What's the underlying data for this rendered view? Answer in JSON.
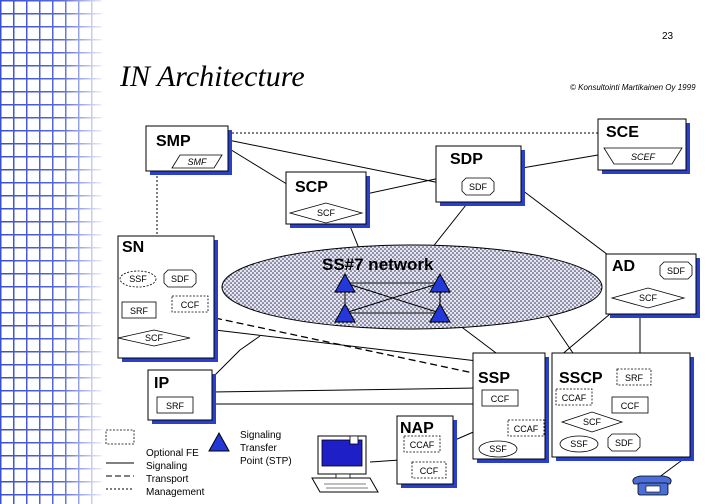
{
  "page_number": "23",
  "title": "IN Architecture",
  "copyright": "© Konsultointi Martikainen Oy  1999",
  "nodes": {
    "smp": {
      "label": "SMP",
      "fe": [
        "SMF"
      ]
    },
    "scp": {
      "label": "SCP",
      "fe": [
        "SCF"
      ]
    },
    "sdp": {
      "label": "SDP",
      "fe": [
        "SDF"
      ]
    },
    "sce": {
      "label": "SCE",
      "fe": [
        "SCEF"
      ]
    },
    "sn": {
      "label": "SN",
      "fe": [
        "SSF",
        "SDF",
        "SRF",
        "CCF",
        "SCF"
      ]
    },
    "ad": {
      "label": "AD",
      "fe": [
        "SDF",
        "SCF"
      ]
    },
    "ip": {
      "label": "IP",
      "fe": [
        "SRF"
      ]
    },
    "ssp": {
      "label": "SSP",
      "fe": [
        "CCF",
        "CCAF",
        "SSF"
      ]
    },
    "sscp": {
      "label": "SSCP",
      "fe": [
        "SRF",
        "CCAF",
        "CCF",
        "SCF",
        "SSF",
        "SDF"
      ]
    },
    "nap": {
      "label": "NAP",
      "fe": [
        "CCAF",
        "CCF"
      ]
    }
  },
  "network_label": "SS#7 network",
  "legend": {
    "optional_fe": "Optional FE",
    "signaling": "Signaling",
    "transport": "Transport",
    "management": "Management",
    "stp_line1": "Signaling",
    "stp_line2": "Transfer",
    "stp_line3": "Point (STP)"
  }
}
